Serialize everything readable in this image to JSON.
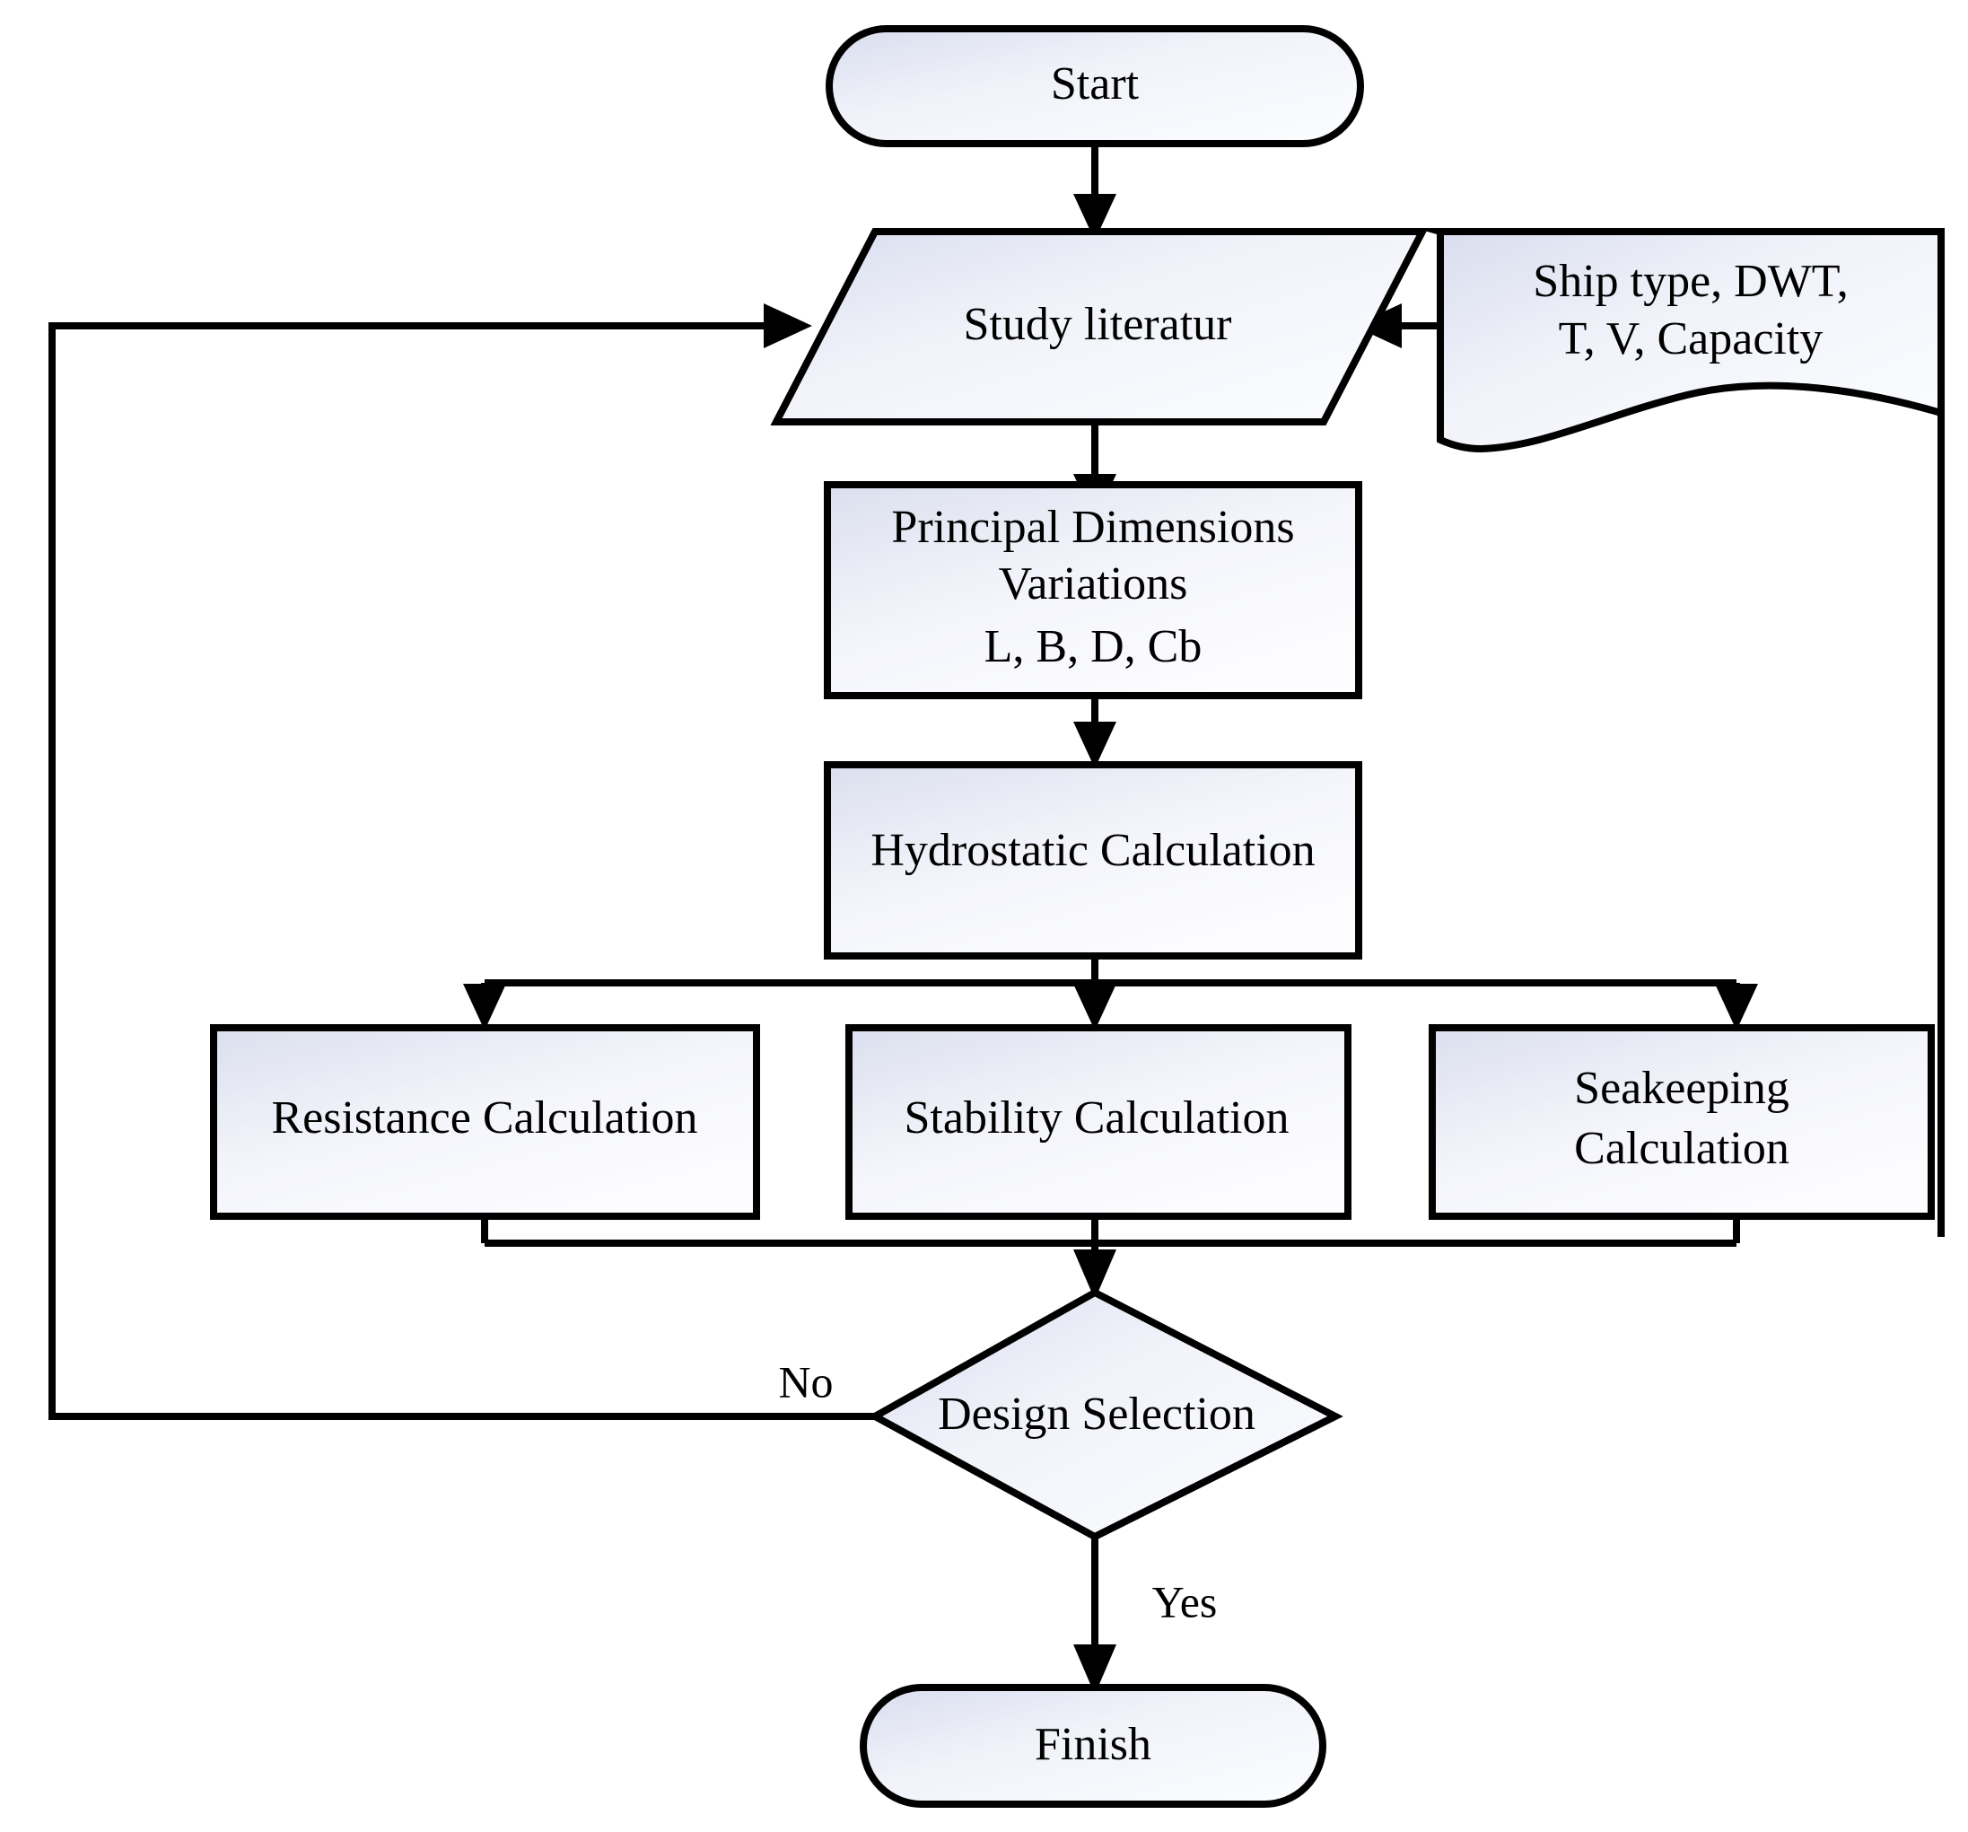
{
  "chart_data": {
    "type": "diagram",
    "title": "Ship Design Process Flowchart",
    "diagram_kind": "flowchart",
    "orientation": "top-to-bottom",
    "palette": {
      "shape_fill_start": "#dce0ef",
      "shape_fill_end": "#fbfcfe",
      "shape_stroke": "#000000",
      "connector": "#000000",
      "background": "#ffffff",
      "text": "#000000"
    },
    "nodes": [
      {
        "id": "start",
        "shape": "stadium",
        "label": "Start",
        "lines": [
          "Start"
        ]
      },
      {
        "id": "study",
        "shape": "parallelogram",
        "label": "Study literatur",
        "lines": [
          "Study literatur"
        ]
      },
      {
        "id": "inputs",
        "shape": "document",
        "label": "Ship type, DWT, T, V, Capacity",
        "lines": [
          "Ship type, DWT,",
          "T, V, Capacity"
        ]
      },
      {
        "id": "dimensions",
        "shape": "rectangle",
        "label": "Principal Dimensions Variations L, B, D, Cb",
        "lines": [
          "Principal Dimensions",
          "Variations",
          "L, B, D, Cb"
        ]
      },
      {
        "id": "hydrostatic",
        "shape": "rectangle",
        "label": "Hydrostatic Calculation",
        "lines": [
          "Hydrostatic Calculation"
        ]
      },
      {
        "id": "resistance",
        "shape": "rectangle",
        "label": "Resistance Calculation",
        "lines": [
          "Resistance Calculation"
        ]
      },
      {
        "id": "stability",
        "shape": "rectangle",
        "label": "Stability Calculation",
        "lines": [
          "Stability Calculation"
        ]
      },
      {
        "id": "seakeeping",
        "shape": "rectangle",
        "label": "Seakeeping Calculation",
        "lines": [
          "Seakeeping",
          "Calculation"
        ]
      },
      {
        "id": "decision",
        "shape": "diamond",
        "label": "Design Selection",
        "lines": [
          "Design Selection"
        ]
      },
      {
        "id": "finish",
        "shape": "stadium",
        "label": "Finish",
        "lines": [
          "Finish"
        ]
      }
    ],
    "edges": [
      {
        "from": "start",
        "to": "study",
        "label": ""
      },
      {
        "from": "inputs",
        "to": "study",
        "label": ""
      },
      {
        "from": "study",
        "to": "dimensions",
        "label": ""
      },
      {
        "from": "dimensions",
        "to": "hydrostatic",
        "label": ""
      },
      {
        "from": "hydrostatic",
        "to": "resistance",
        "label": ""
      },
      {
        "from": "hydrostatic",
        "to": "stability",
        "label": ""
      },
      {
        "from": "hydrostatic",
        "to": "seakeeping",
        "label": ""
      },
      {
        "from": "resistance",
        "to": "decision",
        "label": ""
      },
      {
        "from": "stability",
        "to": "decision",
        "label": ""
      },
      {
        "from": "seakeeping",
        "to": "decision",
        "label": ""
      },
      {
        "from": "decision",
        "to": "study",
        "label": "No"
      },
      {
        "from": "decision",
        "to": "finish",
        "label": "Yes"
      }
    ],
    "edge_labels": {
      "no": "No",
      "yes": "Yes"
    }
  },
  "nodes": {
    "start": {
      "line1": "Start"
    },
    "study": {
      "line1": "Study literatur"
    },
    "inputs": {
      "line1": "Ship type, DWT,",
      "line2": "T, V, Capacity"
    },
    "dimensions": {
      "line1": "Principal Dimensions",
      "line2": "Variations",
      "line3": "L, B, D, Cb"
    },
    "hydrostatic": {
      "line1": "Hydrostatic Calculation"
    },
    "resistance": {
      "line1": "Resistance Calculation"
    },
    "stability": {
      "line1": "Stability Calculation"
    },
    "seakeeping": {
      "line1": "Seakeeping",
      "line2": "Calculation"
    },
    "decision": {
      "line1": "Design Selection"
    },
    "finish": {
      "line1": "Finish"
    }
  },
  "labels": {
    "no": "No",
    "yes": "Yes"
  }
}
